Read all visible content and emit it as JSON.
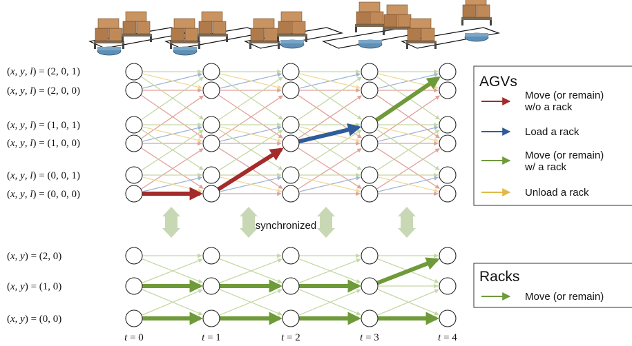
{
  "agv_rows": [
    {
      "prefix": "(",
      "v1": "x",
      "c1": ", ",
      "v2": "y",
      "c2": ", ",
      "v3": "l",
      "suffix": ") = (2, 0, 1)"
    },
    {
      "prefix": "(",
      "v1": "x",
      "c1": ", ",
      "v2": "y",
      "c2": ", ",
      "v3": "l",
      "suffix": ") = (2, 0, 0)"
    },
    {
      "prefix": "(",
      "v1": "x",
      "c1": ", ",
      "v2": "y",
      "c2": ", ",
      "v3": "l",
      "suffix": ") = (1, 0, 1)"
    },
    {
      "prefix": "(",
      "v1": "x",
      "c1": ", ",
      "v2": "y",
      "c2": ", ",
      "v3": "l",
      "suffix": ") = (1, 0, 0)"
    },
    {
      "prefix": "(",
      "v1": "x",
      "c1": ", ",
      "v2": "y",
      "c2": ", ",
      "v3": "l",
      "suffix": ") = (0, 0, 1)"
    },
    {
      "prefix": "(",
      "v1": "x",
      "c1": ", ",
      "v2": "y",
      "c2": ", ",
      "v3": "l",
      "suffix": ") = (0, 0, 0)"
    }
  ],
  "rack_rows": [
    {
      "prefix": "(",
      "v1": "x",
      "c1": ", ",
      "v2": "y",
      "suffix": ") = (2, 0)"
    },
    {
      "prefix": "(",
      "v1": "x",
      "c1": ", ",
      "v2": "y",
      "suffix": ") = (1, 0)"
    },
    {
      "prefix": "(",
      "v1": "x",
      "c1": ", ",
      "v2": "y",
      "suffix": ") = (0, 0)"
    }
  ],
  "time_labels": [
    {
      "var": "t",
      "rest": " = 0"
    },
    {
      "var": "t",
      "rest": " = 1"
    },
    {
      "var": "t",
      "rest": " = 2"
    },
    {
      "var": "t",
      "rest": " = 3"
    },
    {
      "var": "t",
      "rest": " = 4"
    }
  ],
  "sync_label": "synchronized",
  "legend_agv": {
    "title": "AGVs",
    "items": [
      {
        "lines": [
          "Move (or remain)",
          "w/o a rack"
        ],
        "color": "#a52a2a"
      },
      {
        "lines": [
          "Load a rack"
        ],
        "color": "#2f5b9a"
      },
      {
        "lines": [
          "Move (or remain)",
          "w/ a rack"
        ],
        "color": "#6f9a3a"
      },
      {
        "lines": [
          "Unload a rack"
        ],
        "color": "#e0b94a"
      }
    ]
  },
  "legend_rack": {
    "title": "Racks",
    "items": [
      {
        "lines": [
          "Move (or remain)"
        ],
        "color": "#6f9a3a"
      }
    ]
  },
  "colors": {
    "move_without_rack": "#a52a2a",
    "load": "#2f5b9a",
    "move_with_rack": "#6f9a3a",
    "unload": "#e0b94a",
    "sync_arrow": "#c9d8b4"
  },
  "agv_path": [
    {
      "from_time": 0,
      "from_row": 5,
      "to_time": 1,
      "to_row": 5,
      "kind": "move_without_rack"
    },
    {
      "from_time": 1,
      "from_row": 5,
      "to_time": 2,
      "to_row": 3,
      "kind": "move_without_rack"
    },
    {
      "from_time": 2,
      "from_row": 3,
      "to_time": 3,
      "to_row": 2,
      "kind": "load"
    },
    {
      "from_time": 3,
      "from_row": 2,
      "to_time": 4,
      "to_row": 0,
      "kind": "move_with_rack"
    }
  ],
  "rack_paths": [
    {
      "from_time": 0,
      "from_row": 1,
      "to_time": 1,
      "to_row": 1
    },
    {
      "from_time": 1,
      "from_row": 1,
      "to_time": 2,
      "to_row": 1
    },
    {
      "from_time": 2,
      "from_row": 1,
      "to_time": 3,
      "to_row": 1
    },
    {
      "from_time": 3,
      "from_row": 1,
      "to_time": 4,
      "to_row": 0
    },
    {
      "from_time": 0,
      "from_row": 2,
      "to_time": 1,
      "to_row": 2
    },
    {
      "from_time": 1,
      "from_row": 2,
      "to_time": 2,
      "to_row": 2
    },
    {
      "from_time": 2,
      "from_row": 2,
      "to_time": 3,
      "to_row": 2
    },
    {
      "from_time": 3,
      "from_row": 2,
      "to_time": 4,
      "to_row": 2
    }
  ],
  "warehouse_pictures": [
    {
      "rack_cells": [
        0,
        1
      ],
      "agv_cell": 0,
      "agv_lifting": false
    },
    {
      "rack_cells": [
        0,
        1
      ],
      "agv_cell": 0,
      "agv_lifting": false
    },
    {
      "rack_cells": [
        0,
        1
      ],
      "agv_cell": 1,
      "agv_lifting": false
    },
    {
      "rack_cells": [
        1,
        2
      ],
      "agv_cell": 1,
      "agv_lifting": true
    },
    {
      "rack_cells": [
        0,
        2
      ],
      "agv_cell": 2,
      "agv_lifting": true
    }
  ]
}
